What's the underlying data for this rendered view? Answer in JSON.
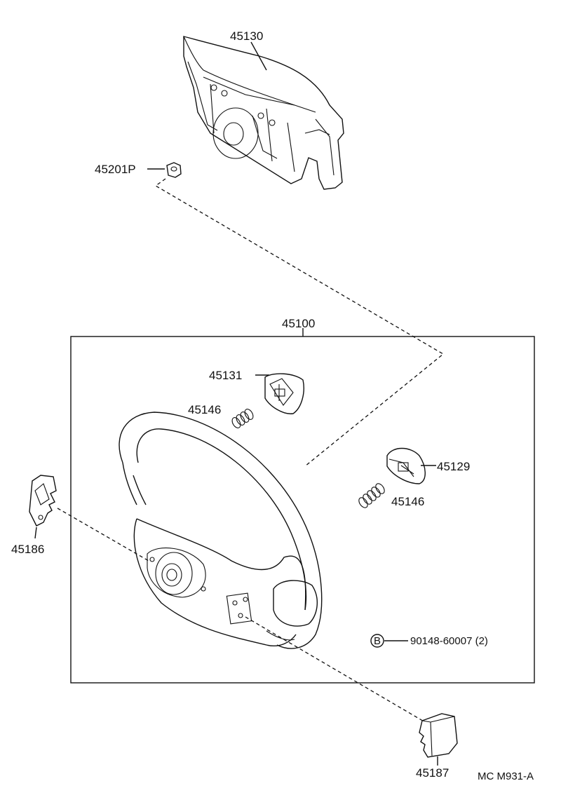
{
  "parts": {
    "airbag_pad": "45130",
    "nut": "45201P",
    "wheel_assembly": "45100",
    "horn_button_upper": "45131",
    "spring_upper": "45146",
    "horn_button_right": "45129",
    "spring_right": "45146",
    "cover_left": "45186",
    "cover_right": "45187",
    "bolt_number": "90148-60007 (2)",
    "bolt_symbol": "B"
  },
  "drawing_code": "MC M931-A"
}
